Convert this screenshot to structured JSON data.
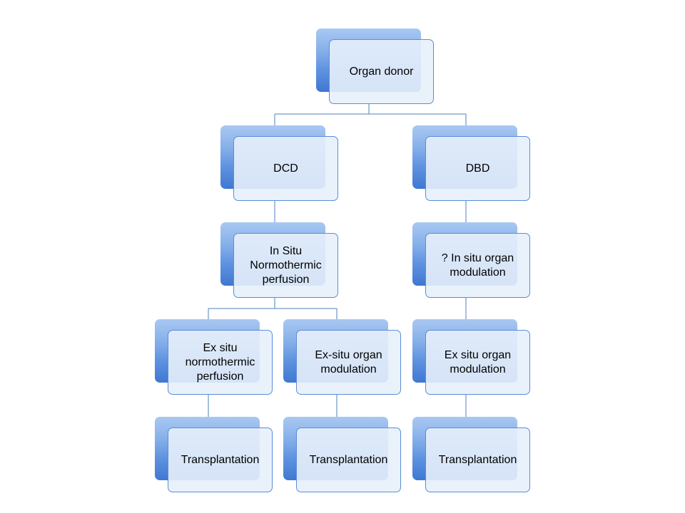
{
  "nodes": {
    "root": "Organ donor",
    "dcd": "DCD",
    "dbd": "DBD",
    "in_situ_nrp": "In Situ Normothermic perfusion",
    "in_situ_mod": "? In situ organ modulation",
    "ex_situ_nmp": "Ex situ normothermic perfusion",
    "ex_situ_mod_dcd": "Ex-situ organ modulation",
    "ex_situ_mod_dbd": "Ex situ organ modulation",
    "tx1": "Transplantation",
    "tx2": "Transplantation",
    "tx3": "Transplantation"
  },
  "colors": {
    "connector": "#4f81bd",
    "box_border": "#5a8dd8",
    "box_fill": "#e7effb",
    "accent": "#4a86dc"
  }
}
